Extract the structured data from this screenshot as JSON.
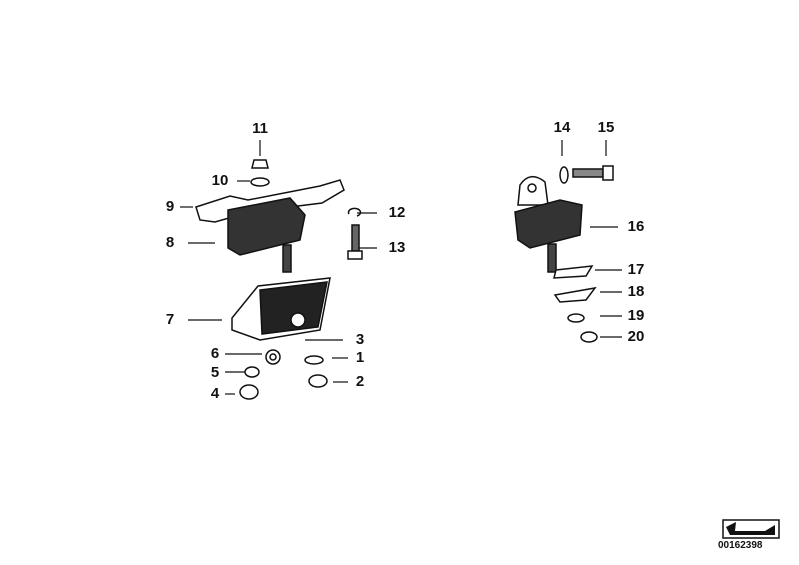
{
  "diagram": {
    "part_labels": [
      "1",
      "2",
      "3",
      "4",
      "5",
      "6",
      "7",
      "8",
      "9",
      "10",
      "11",
      "12",
      "13",
      "14",
      "15",
      "16",
      "17",
      "18",
      "19",
      "20"
    ],
    "reference_number": "00162398"
  }
}
